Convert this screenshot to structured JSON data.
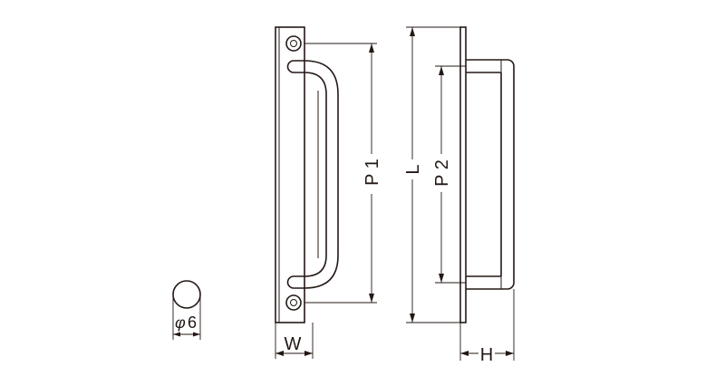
{
  "dimensions": {
    "p1": "P 1",
    "l": "L",
    "p2": "P 2",
    "w": "W",
    "h": "H",
    "diameter_symbol": "φ",
    "diameter_value": "6"
  },
  "colors": {
    "line": "#231815",
    "background": "#ffffff"
  }
}
